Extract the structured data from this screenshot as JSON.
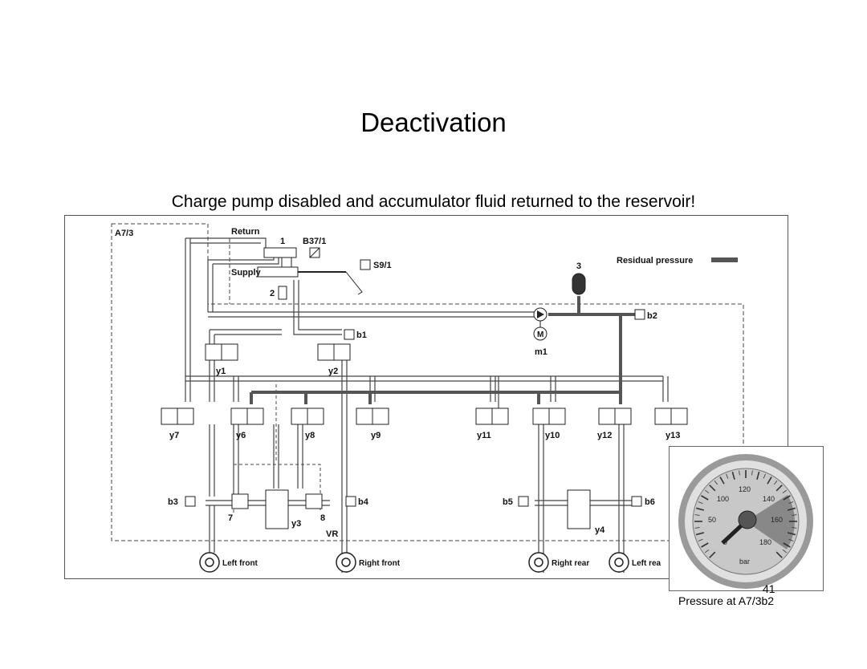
{
  "title": "Deactivation",
  "subtitle": "Charge pump disabled and accumulator fluid returned to the reservoir!",
  "diagram": {
    "labels": {
      "a73": "A7/3",
      "return": "Return",
      "supply": "Supply",
      "n1": "1",
      "n2": "2",
      "n3": "3",
      "n7": "7",
      "n8": "8",
      "b37": "B37/1",
      "s91": "S9/1",
      "residual": "Residual pressure",
      "b1": "b1",
      "b2": "b2",
      "b3": "b3",
      "b4": "b4",
      "b5": "b5",
      "b6": "b6",
      "m": "M",
      "m1": "m1",
      "y1": "y1",
      "y2": "y2",
      "y3": "y3",
      "y4": "y4",
      "y6": "y6",
      "y7": "y7",
      "y8": "y8",
      "y9": "y9",
      "y10": "y10",
      "y11": "y11",
      "y12": "y12",
      "y13": "y13",
      "vr": "VR",
      "left_front": "Left front",
      "right_front": "Right front",
      "right_rear": "Right rear",
      "left_rear": "Left rea"
    }
  },
  "gauge": {
    "ticks": [
      "50",
      "100",
      "120",
      "140",
      "160",
      "180",
      "0"
    ],
    "unit": "bar",
    "value": 0,
    "caption": "Pressure at A7/3b2"
  },
  "slide_number": "41",
  "colors": {
    "residual_line": "#555555",
    "pipe": "#444444",
    "gauge_face": "#c8c8c8"
  }
}
